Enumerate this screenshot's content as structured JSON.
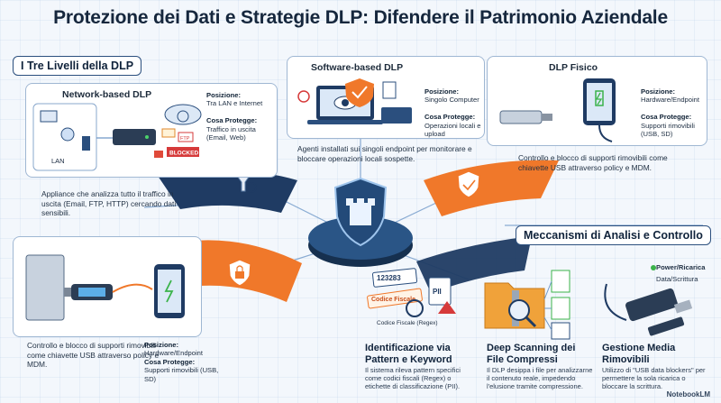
{
  "title": "Protezione dei Dati e Strategie DLP: Difendere il Patrimonio Aziendale",
  "levels_heading": "I Tre Livelli della DLP",
  "network": {
    "title": "Network-based DLP",
    "lan_label": "LAN",
    "ftp_label": "FTP",
    "blocked_label": "BLOCKED",
    "pos_label": "Posizione:",
    "pos_value": "Tra LAN e Internet",
    "protect_label": "Cosa Protegge:",
    "protect_value": "Traffico in uscita (Email, Web)",
    "description": "Appliance che analizza tutto il traffico in uscita (Email, FTP, HTTP) cercando dati sensibili."
  },
  "software": {
    "title": "Software-based DLP",
    "pos_label": "Posizione:",
    "pos_value": "Singolo Computer",
    "protect_label": "Cosa Protegge:",
    "protect_value": "Operazioni locali e upload",
    "description": "Agenti installati sui singoli endpoint per monitorare e bloccare operazioni locali sospette."
  },
  "physical": {
    "title": "DLP Fisico",
    "pos_label": "Posizione:",
    "pos_value": "Hardware/Endpoint",
    "protect_label": "Cosa Protegge:",
    "protect_value": "Supporti rimovibili (USB, SD)",
    "description": "Controllo e blocco di supporti rimovibili come chiavette USB attraverso policy e MDM."
  },
  "lower_left": {
    "description": "Controllo e blocco di supporti rimovibili come chiavette USB attraverso policy e MDM.",
    "pos_label": "Posizione:",
    "pos_value": "Hardware/Endpoint",
    "protect_label": "Cosa Protegge:",
    "protect_value": "Supporti rimovibili (USB, SD)"
  },
  "mechanisms_heading": "Meccanismi di Analisi e Controllo",
  "mechanisms": [
    {
      "title": "Identificazione via Pattern e Keyword",
      "description": "Il sistema rileva pattern specifici come codici fiscali (Regex) o etichette di classificazione (PII).",
      "icon_texts": [
        "123283",
        "Codice Fiscale",
        "Codice Fiscale (Regex)",
        "PII"
      ]
    },
    {
      "title": "Deep Scanning dei File Compressi",
      "description": "Il DLP desippa i file per analizzarne il contenuto reale, impedendo l'elusione tramite compressione."
    },
    {
      "title": "Gestione Media Rimovibili",
      "description": "Utilizzo di \"USB data blockers\" per permettere la sola ricarica o bloccare la scrittura.",
      "power_label": "Power/Ricarica",
      "data_label": "Data/Scrittura"
    }
  ],
  "brand": "NotebookLM",
  "colors": {
    "navy": "#1f3b63",
    "orange": "#f0782a",
    "accent_blue": "#2e6fc0",
    "danger": "#d63a3a",
    "ok": "#3bb34a"
  }
}
